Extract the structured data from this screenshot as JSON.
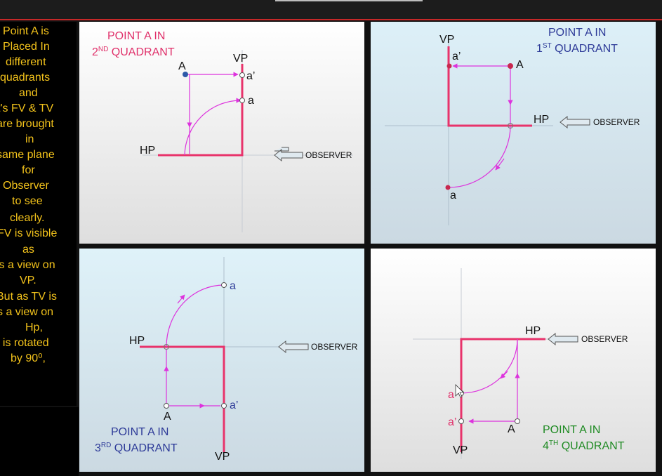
{
  "side_text": [
    "Point A is",
    "Placed In",
    "different",
    "quadrants",
    "and",
    "t's FV & TV",
    "are brought",
    "in",
    "same plane",
    "for",
    "Observer",
    "to see",
    "clearly.",
    "FV is visible",
    "as",
    "is a view on",
    "VP.",
    "But as TV is",
    "s a view on",
    "Hp,",
    "t is rotated",
    "by 90⁰,"
  ],
  "colors": {
    "title_red": "#e0306a",
    "title_blue": "#2d3a98",
    "title_green": "#1e8a22",
    "line_pink": "#e8336b",
    "proj_magenta": "#dd33dd",
    "side_text": "#f2c21b"
  },
  "q2": {
    "title_line1": "POINT A IN",
    "title_line2_num": "2",
    "title_line2_sup": "ND",
    "title_line2_rest": " QUADRANT",
    "vp": "VP",
    "hp": "HP",
    "a_point": "A",
    "fv": "a’",
    "tv": "a",
    "observer": "OBSERVER"
  },
  "q1": {
    "title_line1": "POINT A IN",
    "title_line2_num": "1",
    "title_line2_sup": "ST",
    "title_line2_rest": " QUADRANT",
    "vp": "VP",
    "hp": "HP",
    "a_point": "A",
    "fv": "a’",
    "tv": "a",
    "observer": "OBSERVER"
  },
  "q3": {
    "title_line1": "POINT A IN",
    "title_line2_num": "3",
    "title_line2_sup": "RD",
    "title_line2_rest": "  QUADRANT",
    "vp": "VP",
    "hp": "HP",
    "a_point": "A",
    "fv": "a’",
    "tv": "a",
    "observer": "OBSERVER"
  },
  "q4": {
    "title_line1": "POINT A IN",
    "title_line2_num": "4",
    "title_line2_sup": "TH",
    "title_line2_rest": "  QUADRANT",
    "vp": "VP",
    "hp": "HP",
    "a_point": "A",
    "fv": "a’",
    "tv": "a",
    "observer": "OBSERVER"
  }
}
